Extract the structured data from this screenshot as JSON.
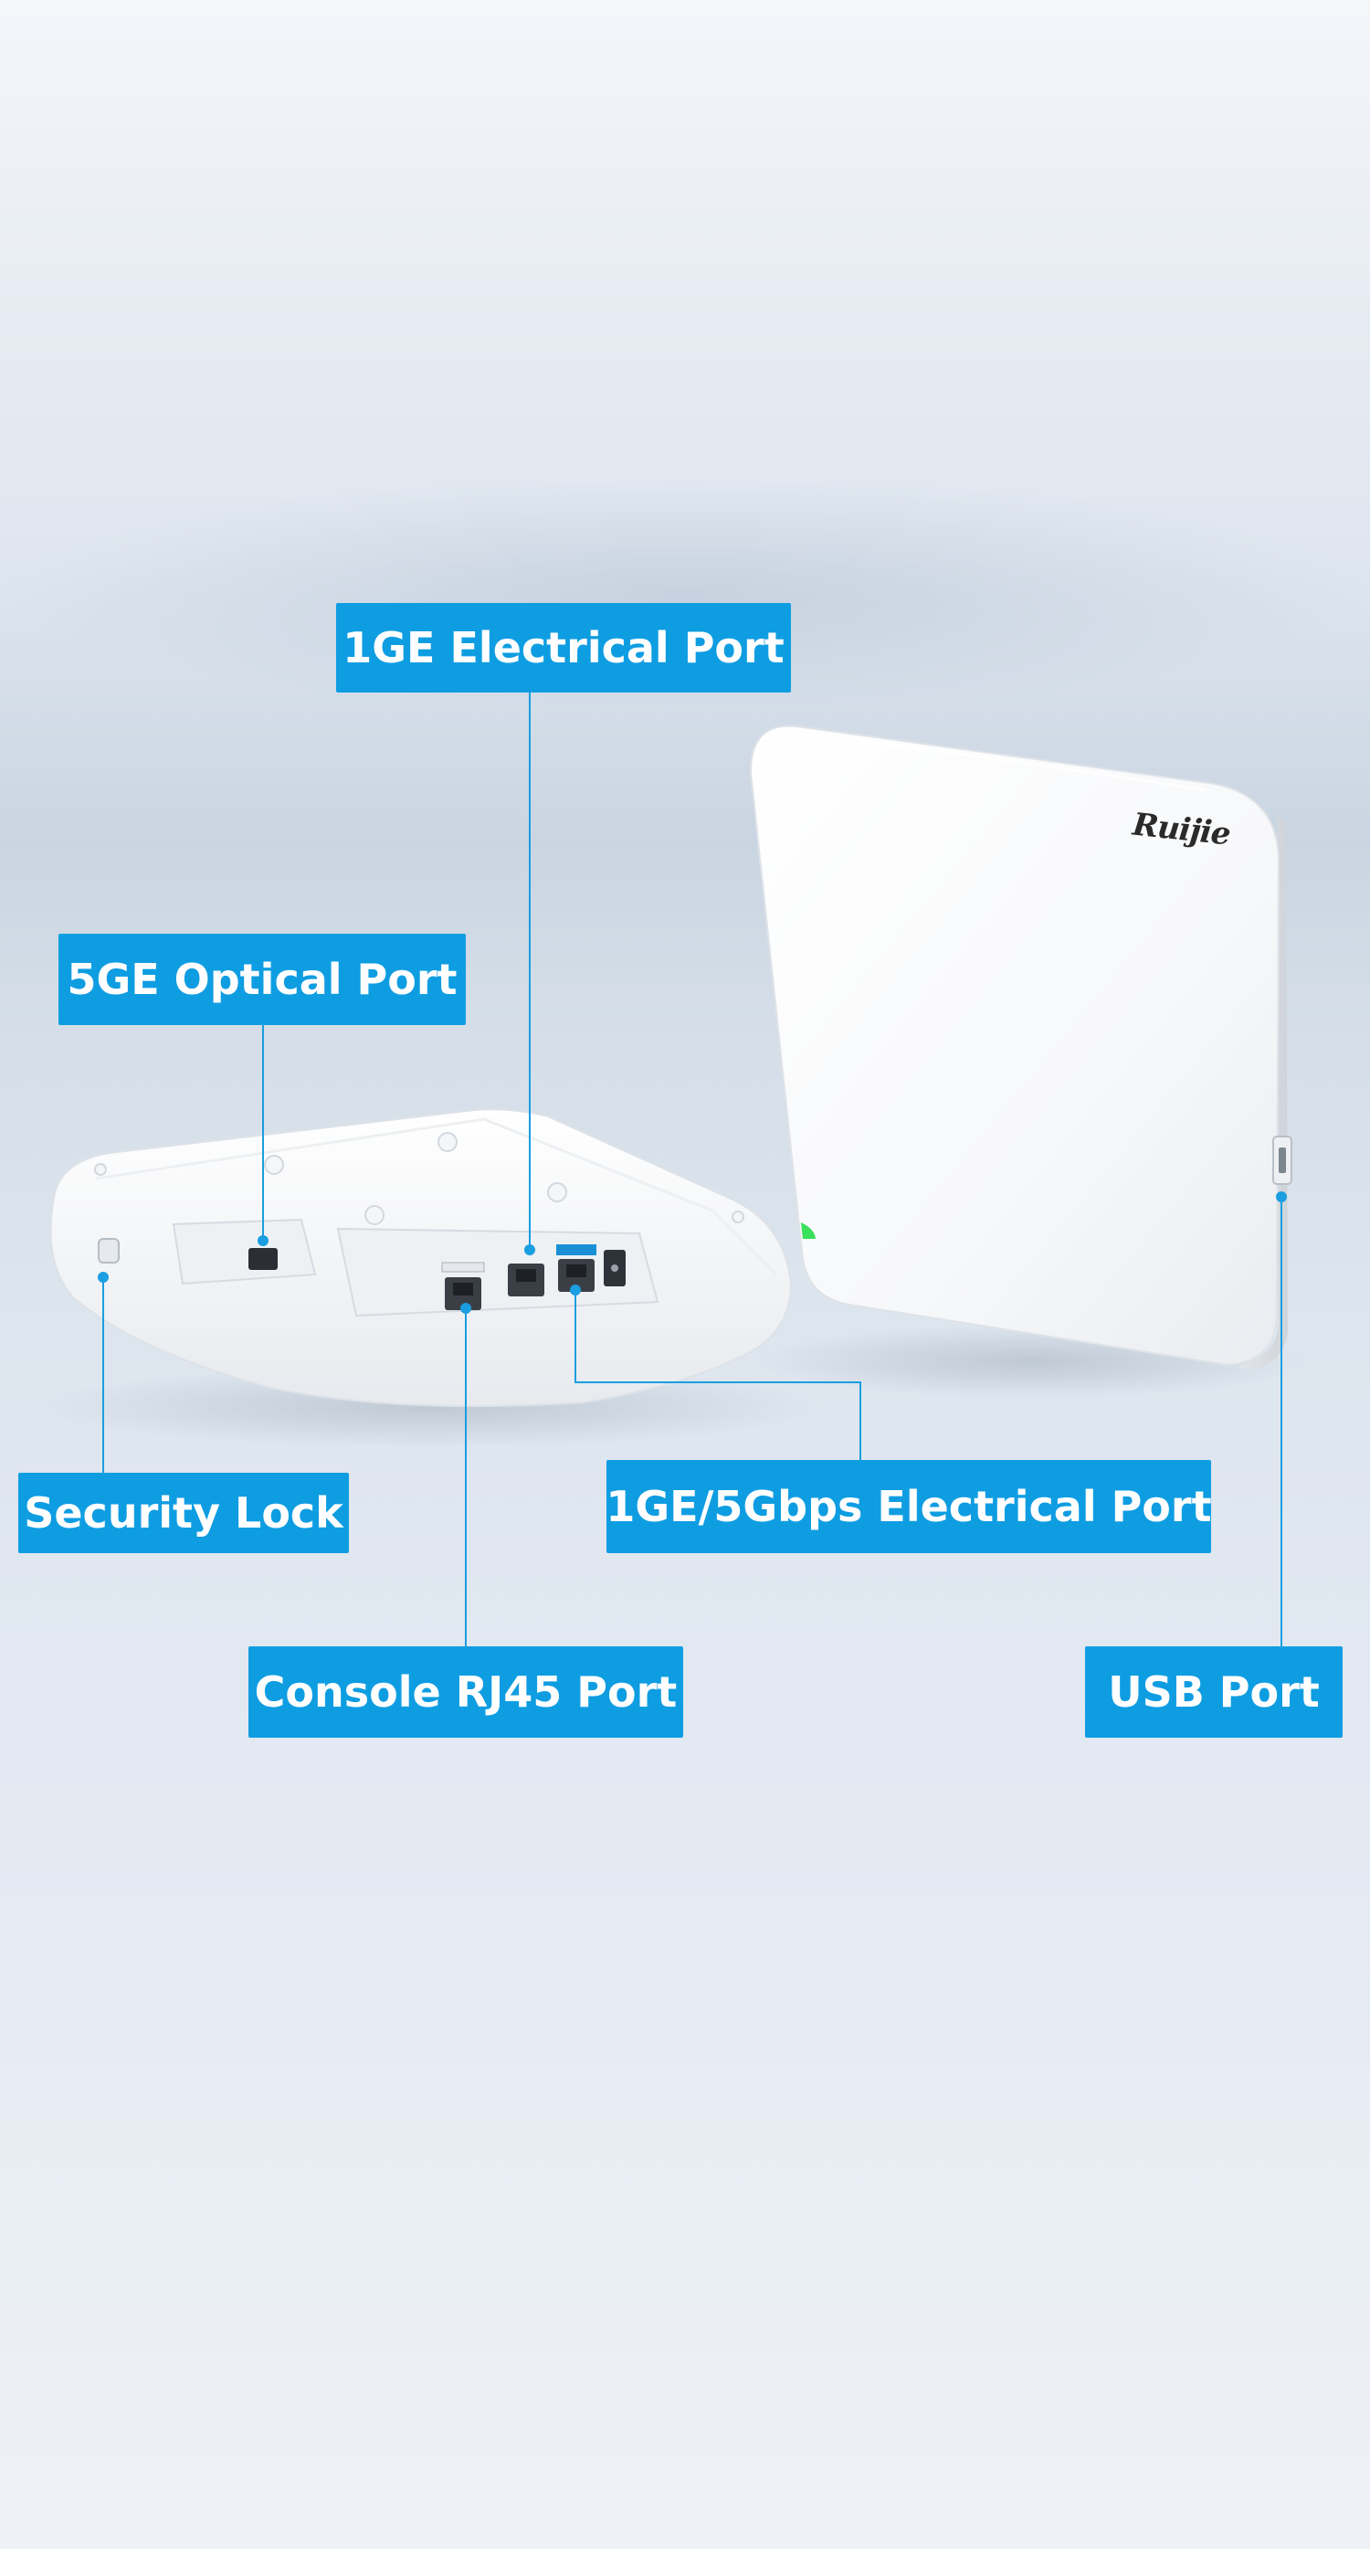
{
  "brand": {
    "logo_text": "Ruijie"
  },
  "colors": {
    "callout_bg": "#0f9de2",
    "callout_text": "#ffffff",
    "leader_line": "#1a9ee0",
    "led": "#39e05a"
  },
  "callouts": {
    "electrical_1ge": "1GE Electrical Port",
    "optical_5ge": "5GE Optical Port",
    "security_lock": "Security Lock",
    "electrical_1ge_5g": "1GE/5Gbps Electrical Port",
    "console_rj45": "Console RJ45 Port",
    "usb": "USB Port"
  }
}
